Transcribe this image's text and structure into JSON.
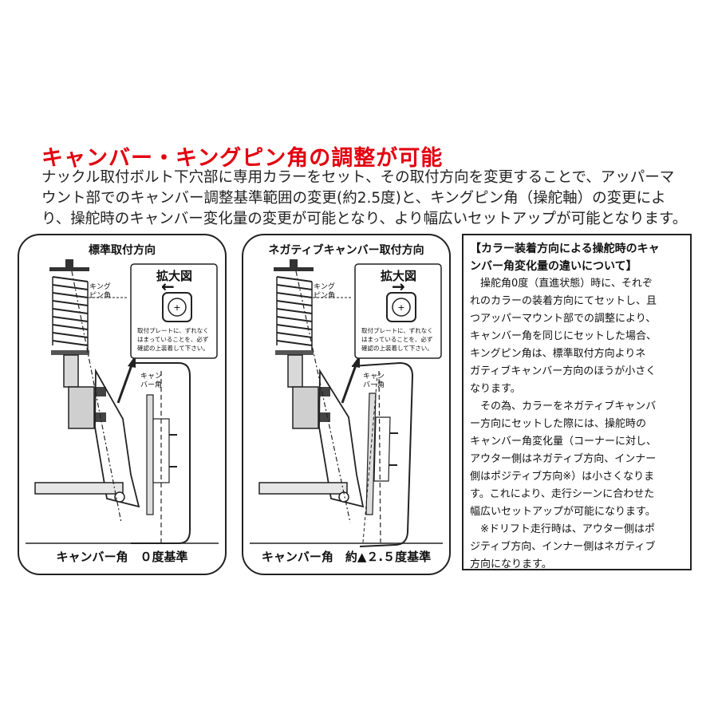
{
  "heading": "キャンバー・キングピン角の調整が可能",
  "intro_lines": [
    "ナックル取付ボルト下穴部に専用カラーをセット、その取付方向を変更することで、アッパーマ",
    "ウント部でのキャンバー調整基準範囲の変更(約2.5度)と、キングピン角（操舵軸）の変更によ",
    "り、操舵時のキャンバー変化量の変更が可能となり、より幅広いセットアップが可能となります。"
  ],
  "panel_left": {
    "title": "標準取付方向",
    "kingpin_label": [
      "キング",
      "ピン角"
    ],
    "enlarge_title": "拡大図",
    "arrow": "←",
    "note_lines": [
      "取付プレートに、ずれなく",
      "はまっていることを、必ず",
      "確認の上装着して下さい。"
    ],
    "camber_label": [
      "キャン",
      "バー角"
    ],
    "caption": "キャンバー角　０度基準"
  },
  "panel_right": {
    "title": "ネガティブキャンバー取付方向",
    "kingpin_label": [
      "キング",
      "ピン角"
    ],
    "enlarge_title": "拡大図",
    "arrow": "→",
    "note_lines": [
      "取付プレートに、ずれなく",
      "はまっていることを、必ず",
      "確認の上装着して下さい。"
    ],
    "camber_label": [
      "キャン",
      "バー角"
    ],
    "caption": "キャンバー角　約▲２.５度基準"
  },
  "textbox": {
    "title_lines": [
      "【カラー装着方向による操舵時のキャ",
      "ンバー角変化量の違いについて】"
    ],
    "body_lines": [
      "　操舵角0度（直進状態）時に、それぞ",
      "れのカラーの装着方向にてセットし、且",
      "つアッパーマウント部での調整により、",
      "キャンバー角を同じにセットした場合、",
      "キングピン角は、標準取付方向よりネ",
      "ガティブキャンバー方向のほうが小さく",
      "なります。",
      "　その為、カラーをネガティブキャンバ",
      "ー方向にセットした際には、操舵時の",
      "キャンバー角変化量（コーナーに対し、",
      "アウター側はネガティブ方向、インナー",
      "側はポジティブ方向※）は小さくなりま",
      "す。これにより、走行シーンに合わせた",
      "幅広いセットアップが可能になります。",
      "　※ドリフト走行時は、アウター側はポ",
      "ジティブ方向、インナー側はネガティブ",
      "方向になります。"
    ]
  },
  "colors": {
    "heading": "#e3000f",
    "line": "#222222",
    "gray": "#8a8a8a"
  }
}
